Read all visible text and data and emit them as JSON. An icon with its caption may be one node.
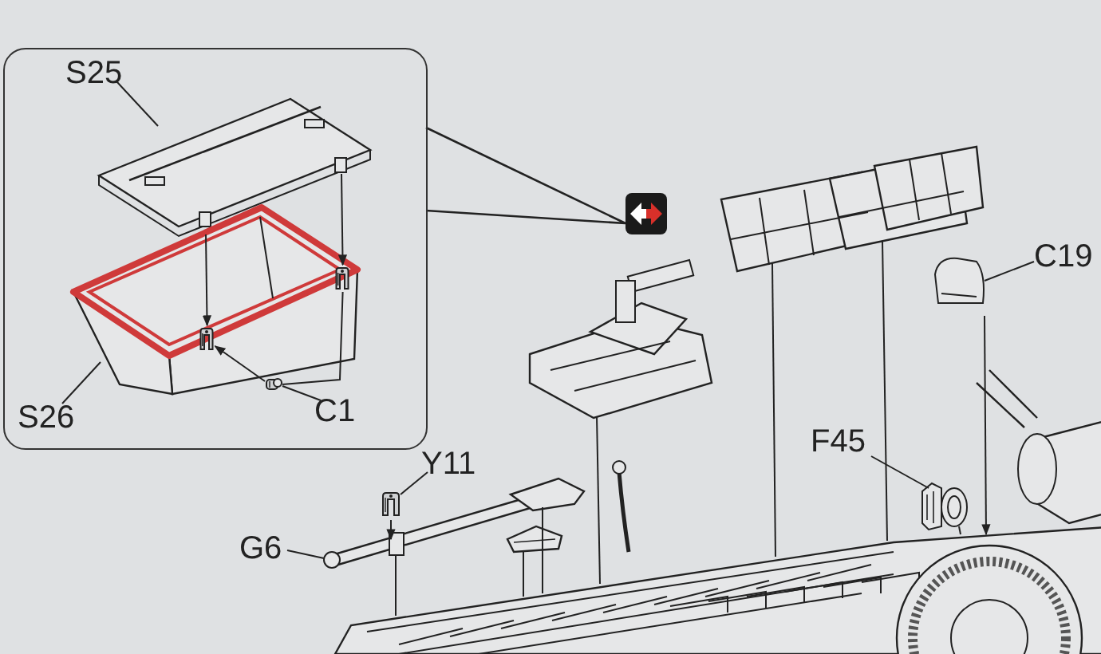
{
  "diagram": {
    "nodes": [
      {
        "text": [],
        "shape": "box"
      },
      {
        "text": [
          "S25"
        ],
        "in": 0
      },
      {
        "text": [],
        "shape": "picture",
        "in": 0
      },
      {
        "text": [
          "S26"
        ],
        "in": 0
      },
      {
        "text": [],
        "shape": "picture",
        "in": 0
      },
      {
        "text": [
          "C1"
        ],
        "in": 0
      },
      {
        "text": [],
        "shape": "picture",
        "in": 0
      },
      {
        "text": [],
        "shape": "picture",
        "in": 4
      },
      {
        "text": [],
        "shape": "picture",
        "in": 4
      },
      {
        "text": [
          "Y11"
        ]
      },
      {
        "text": [],
        "shape": "picture"
      },
      {
        "text": [
          "G6"
        ]
      },
      {
        "text": [],
        "shape": "picture"
      },
      {
        "text": [
          "F45"
        ]
      },
      {
        "text": [],
        "shape": "picture"
      },
      {
        "text": [
          "C19"
        ]
      },
      {
        "text": [],
        "shape": "picture"
      },
      {
        "text": [],
        "shape": "picture"
      },
      {
        "text": [],
        "shape": "picture"
      },
      {
        "text": [],
        "shape": "picture"
      },
      {
        "text": [],
        "shape": "picture"
      }
    ],
    "edges": [
      {
        "from": 1,
        "to": 2,
        "arrow": "none"
      },
      {
        "from": 3,
        "to": 4,
        "arrow": "none"
      },
      {
        "from": 5,
        "to": 6,
        "arrow": "none"
      },
      {
        "from": 6,
        "to": 7,
        "arrow": "to"
      },
      {
        "from": 6,
        "to": 8,
        "arrow": "none"
      },
      {
        "from": 9,
        "to": 10,
        "arrow": "none"
      },
      {
        "from": 11,
        "to": 12,
        "arrow": "none"
      },
      {
        "from": 13,
        "to": 14,
        "arrow": "none"
      },
      {
        "from": 15,
        "to": 16,
        "arrow": "none"
      },
      {
        "from": 2,
        "to": 7,
        "arrow": "to"
      },
      {
        "from": 2,
        "to": 8,
        "arrow": "to"
      },
      {
        "from": 10,
        "to": 12,
        "arrow": "to"
      },
      {
        "from": 17,
        "to": 19,
        "arrow": "none"
      },
      {
        "from": 18,
        "to": 19,
        "arrow": "none"
      },
      {
        "from": 18,
        "to": 19,
        "arrow": "none"
      },
      {
        "from": 16,
        "to": 19,
        "arrow": "to"
      },
      {
        "from": 14,
        "to": 19,
        "arrow": "none"
      },
      {
        "from": 12,
        "to": 19,
        "arrow": "none"
      },
      {
        "from": 12,
        "to": 19,
        "arrow": "none"
      },
      {
        "from": 20,
        "to": 19,
        "arrow": "none"
      }
    ]
  }
}
